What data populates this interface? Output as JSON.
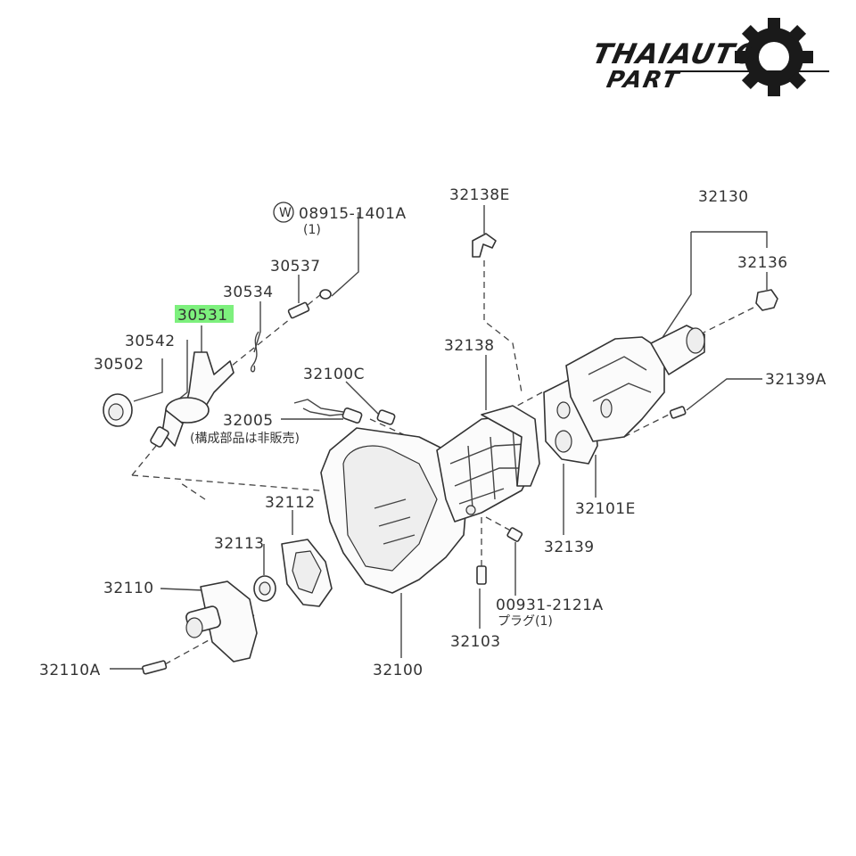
{
  "logo": {
    "line1": "THAIAUTO",
    "line2": "PART"
  },
  "diagram": {
    "part_labels": {
      "p08915": "08915-1401A",
      "p08915_qty": "(1)",
      "p08915_prefix": "W",
      "p32138E": "32138E",
      "p32130": "32130",
      "p32136": "32136",
      "p30537": "30537",
      "p30534": "30534",
      "p30531": "30531",
      "p30542": "30542",
      "p30502": "30502",
      "p32138": "32138",
      "p32100C": "32100C",
      "p32139A": "32139A",
      "p32005": "32005",
      "p32005_note": "(構成部品は非販売)",
      "p32101E": "32101E",
      "p32112": "32112",
      "p32113": "32113",
      "p32139": "32139",
      "p32110": "32110",
      "p00931": "00931-2121A",
      "p00931_note": "プラグ(1)",
      "p32103": "32103",
      "p32110A": "32110A",
      "p32100": "32100"
    },
    "highlighted_part": "30531",
    "highlight_color": "#7df07d"
  }
}
